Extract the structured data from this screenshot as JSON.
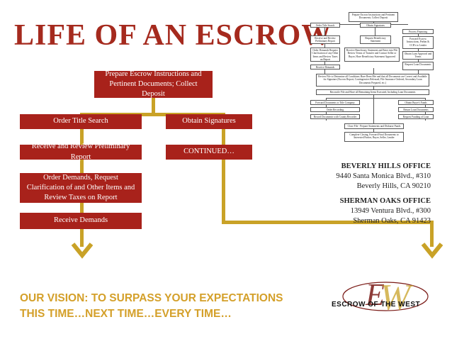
{
  "title": "LIFE OF AN ESCROW",
  "flow": {
    "prepare": "Prepare Escrow Instructions and Pertinent Documents; Collect Deposit",
    "order_title": "Order Title Search",
    "obtain_signatures": "Obtain Signatures",
    "receive_review": "Receive and Review Preliminary Report",
    "continued": "CONTINUED…",
    "order_demands": "Order Demands, Request Clarification of and Other Items and Review Taxes on Report",
    "receive_demands": "Receive Demands"
  },
  "offices": [
    {
      "name": "BEVERLY HILLS OFFICE",
      "line1": "9440 Santa Monica Blvd., #310",
      "line2": "Beverly Hills, CA 90210"
    },
    {
      "name": "SHERMAN OAKS OFFICE",
      "line1": "13949 Ventura Blvd., #300",
      "line2": "Sherman Oaks, CA 91423"
    }
  ],
  "vision": {
    "line1": "OUR VISION: TO SURPASS YOUR EXPECTATIONS",
    "line2": "THIS TIME…NEXT TIME…EVERY TIME…"
  },
  "logo": {
    "text": "ESCROW OF THE WEST",
    "mark": "EW"
  },
  "mini_chart": {
    "top": "Prepare Escrow Instructions and Pertinent Documents; Collect Deposit",
    "order_title": "Order Title Search",
    "obtain_sig": "Obtain Signatures",
    "process_financing": "Process Financing",
    "receive_review": "Receive and Review Preliminary Report",
    "request_bene": "Request Beneficiary Statement",
    "forward_lender": "Forward Escrow Instructions, Prelim & CCR's to Lender",
    "order_demands": "Order Demands Request Clarification of any Other Items and Review Taxes on Report",
    "receive_bene": "Receive Beneficiary Statement and Enter into File Review Terms of Transfer and Contact Seller or Buyer, Have Beneficiary Statement Approved",
    "obtain_loan": "Obtain Loan Approval and Terms",
    "receive_demands": "Receive Demands",
    "request_loan_docs": "Request Loan Documents",
    "review_file": "Review File to Determine all Conditions Have Been Met and that all Documents are Correct and Available for Signature (Escrow Report; Contingencies Released; File Insurance Ordered, Secondary Loan Documents Prepared, etc.)",
    "reconcile": "Reconcile File and Have all Remaining Items Executed, Including Loan Documents",
    "forward_docs": "Forward Documents to Title Company",
    "obtain_buyer_funds": "Obtain Buyer's Funds",
    "order_recording": "Order Recording",
    "return_loan_docs": "Return Loan Documents",
    "record_docs": "Record Documents with County Recorder",
    "request_funding": "Request Funding of Loan",
    "close_file": "Close File - Prepare Statements and Disburse Funds",
    "complete_closing": "Complete Closing, Forward Final Documents to Interested Parties, Buyer, Seller, Lender"
  },
  "colors": {
    "title": "#a52a1e",
    "box": "#a8221b",
    "connector": "#c9a227",
    "vision": "#d4a02a"
  }
}
